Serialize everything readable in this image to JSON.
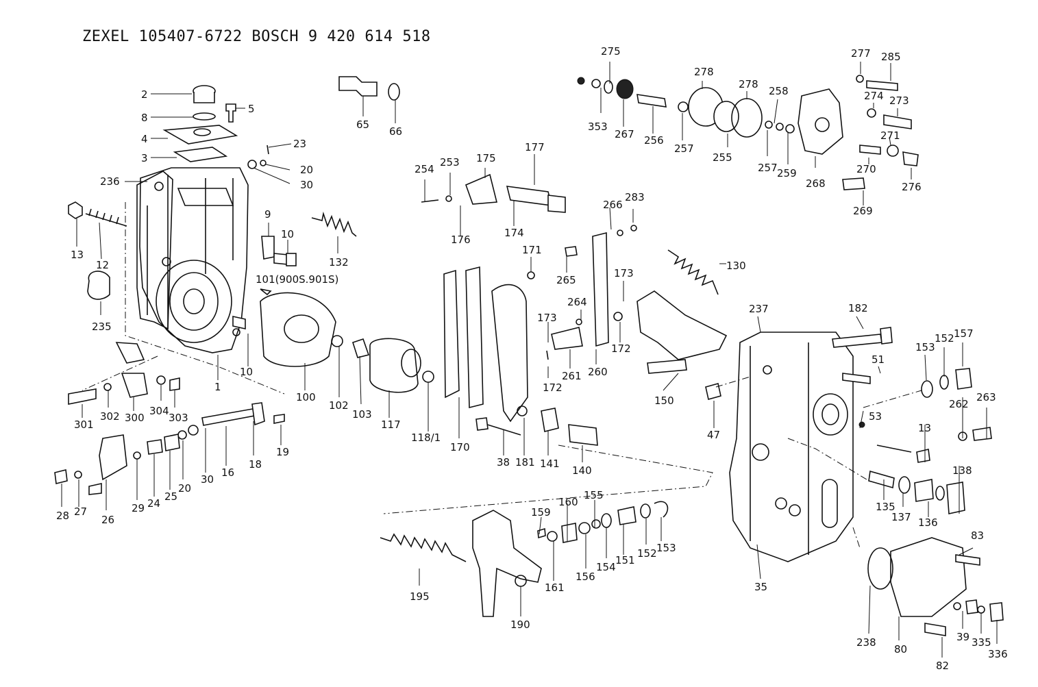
{
  "header": {
    "title": "ZEXEL  105407-6722  BOSCH  9 420 614 518"
  },
  "callouts": [
    "2",
    "8",
    "4",
    "3",
    "5",
    "23",
    "20",
    "30",
    "236",
    "13",
    "12",
    "9",
    "10",
    "101(900S.901S)",
    "132",
    "235",
    "10",
    "1",
    "100",
    "301",
    "302",
    "300",
    "304",
    "303",
    "19",
    "18",
    "16",
    "30",
    "20",
    "25",
    "24",
    "29",
    "26",
    "27",
    "28",
    "65",
    "66",
    "254",
    "253",
    "175",
    "177",
    "176",
    "174",
    "171",
    "265",
    "266",
    "283",
    "173",
    "264",
    "173",
    "172",
    "261",
    "260",
    "172",
    "130",
    "275",
    "353",
    "267",
    "256",
    "257",
    "278",
    "255",
    "278",
    "258",
    "257",
    "259",
    "277",
    "285",
    "274",
    "273",
    "271",
    "270",
    "276",
    "268",
    "269",
    "237",
    "182",
    "51",
    "153",
    "152",
    "157",
    "47",
    "150",
    "102",
    "103",
    "117",
    "118/1",
    "170",
    "181",
    "38",
    "141",
    "140",
    "53",
    "13",
    "262",
    "263",
    "135",
    "137",
    "136",
    "138",
    "159",
    "160",
    "155",
    "161",
    "156",
    "154",
    "151",
    "152",
    "153",
    "195",
    "190",
    "35",
    "83",
    "238",
    "80",
    "39",
    "335",
    "336",
    "82"
  ]
}
